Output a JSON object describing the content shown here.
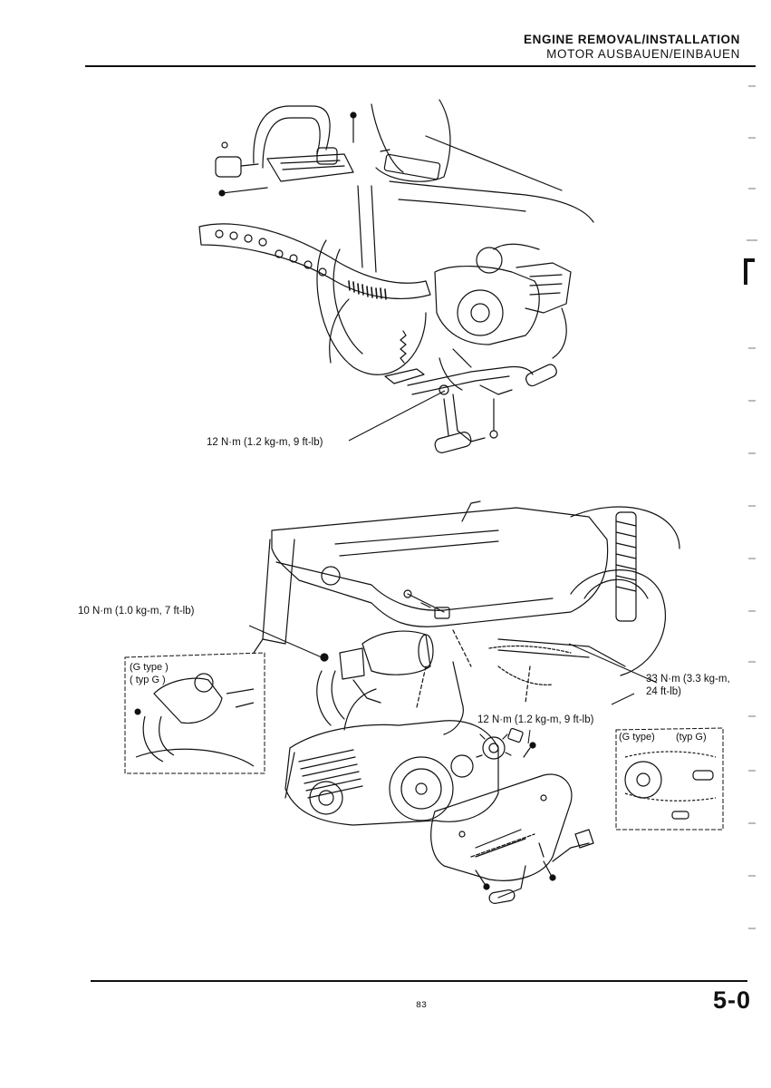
{
  "header": {
    "title": "ENGINE REMOVAL/INSTALLATION",
    "subtitle": "MOTOR AUSBAUEN/EINBAUEN"
  },
  "top_figure": {
    "callouts": {
      "footpeg_bolt_torque": "12 N·m (1.2 kg-m, 9 ft-lb)"
    }
  },
  "bottom_figure": {
    "callouts": {
      "engine_hanger_torque": "10 N·m (1.0 kg-m, 7 ft-lb)",
      "rear_axle_torque_line1": "33 N·m (3.3 kg-m,",
      "rear_axle_torque_line2": "24 ft-lb)",
      "drive_sprocket_torque": "12 N·m (1.2 kg-m, 9 ft-lb)"
    },
    "carburetor_inset": {
      "label_line1": "(G type )",
      "label_line2": "( typ G )"
    },
    "chain_inset": {
      "label_left": "(G type)",
      "label_right": "(typ G)"
    }
  },
  "footer": {
    "page_number": "83",
    "section_number": "5-0"
  }
}
